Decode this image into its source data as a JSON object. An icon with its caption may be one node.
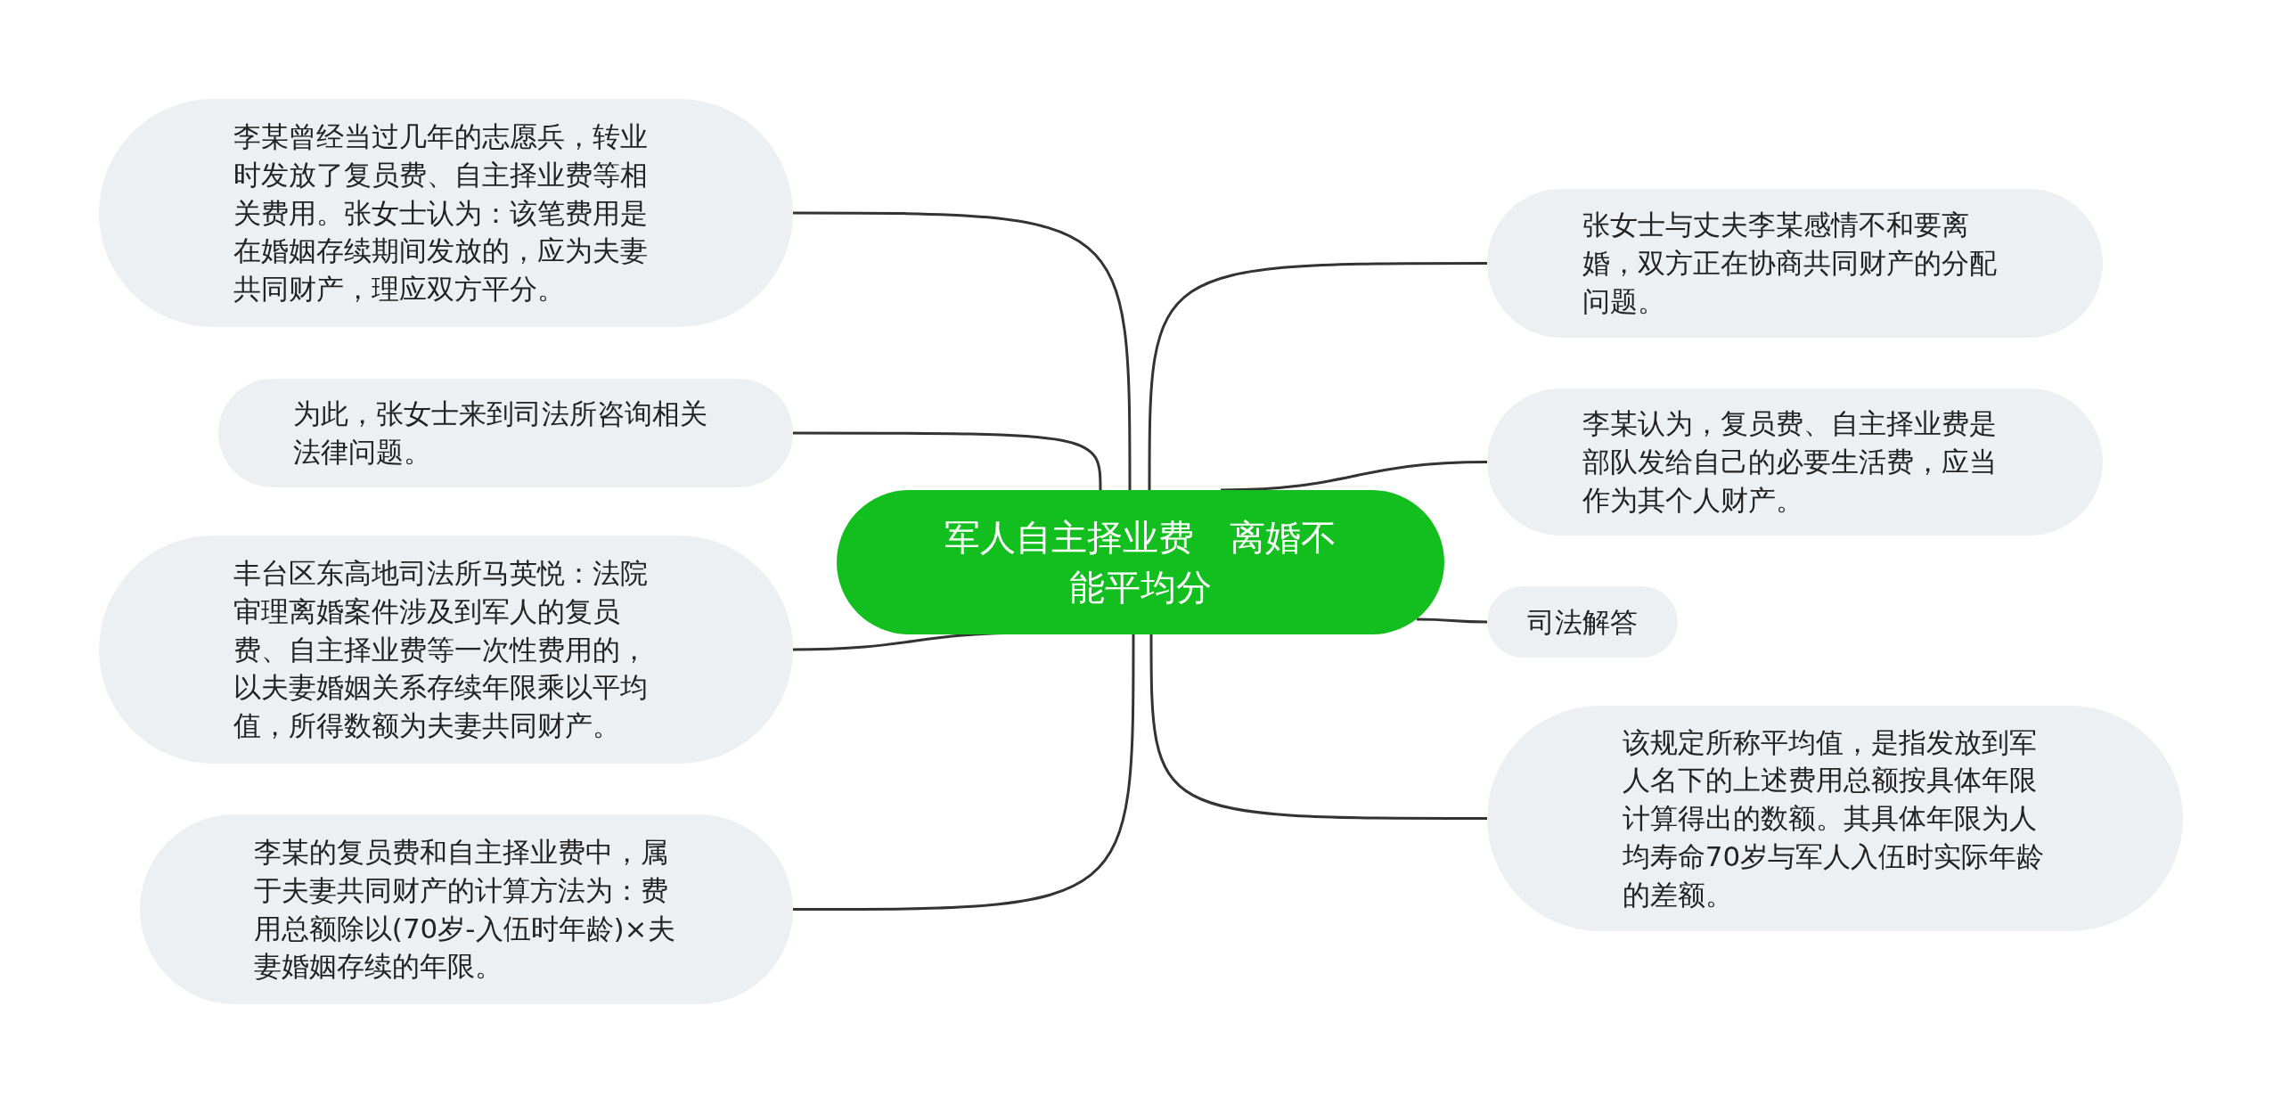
{
  "diagram": {
    "nodes": [
      {
        "text": [
          "军人自主择业费　离婚不能平均分"
        ]
      },
      {
        "text": [
          "李某曾经当过几年的志愿兵，转业时发放了复员费、自主择业费等相关费用。张女士认为：该笔费用是在婚姻存续期间发放的，应为夫妻共同财产，理应双方平分。"
        ]
      },
      {
        "text": [
          "为此，张女士来到司法所咨询相关法律问题。"
        ]
      },
      {
        "text": [
          "丰台区东高地司法所马英悦：法院审理离婚案件涉及到军人的复员费、自主择业费等一次性费用的，以夫妻婚姻关系存续年限乘以平均值，所得数额为夫妻共同财产。"
        ]
      },
      {
        "text": [
          "李某的复员费和自主择业费中，属于夫妻共同财产的计算方法为：费用总额除以(70岁-入伍时年龄)×夫妻婚姻存续的年限。"
        ]
      },
      {
        "text": [
          "张女士与丈夫李某感情不和要离婚，双方正在协商共同财产的分配问题。"
        ]
      },
      {
        "text": [
          "李某认为，复员费、自主择业费是部队发给自己的必要生活费，应当作为其个人财产。"
        ]
      },
      {
        "text": [
          "司法解答"
        ]
      },
      {
        "text": [
          "该规定所称平均值，是指发放到军人名下的上述费用总额按具体年限计算得出的数额。其具体年限为人均寿命70岁与军人入伍时实际年龄的差额。"
        ]
      }
    ],
    "edges": [
      {
        "from": 0,
        "to": 1,
        "arrow": "none"
      },
      {
        "from": 0,
        "to": 2,
        "arrow": "none"
      },
      {
        "from": 0,
        "to": 3,
        "arrow": "none"
      },
      {
        "from": 0,
        "to": 4,
        "arrow": "none"
      },
      {
        "from": 0,
        "to": 5,
        "arrow": "none"
      },
      {
        "from": 0,
        "to": 6,
        "arrow": "none"
      },
      {
        "from": 0,
        "to": 7,
        "arrow": "none"
      },
      {
        "from": 0,
        "to": 8,
        "arrow": "none"
      }
    ]
  }
}
